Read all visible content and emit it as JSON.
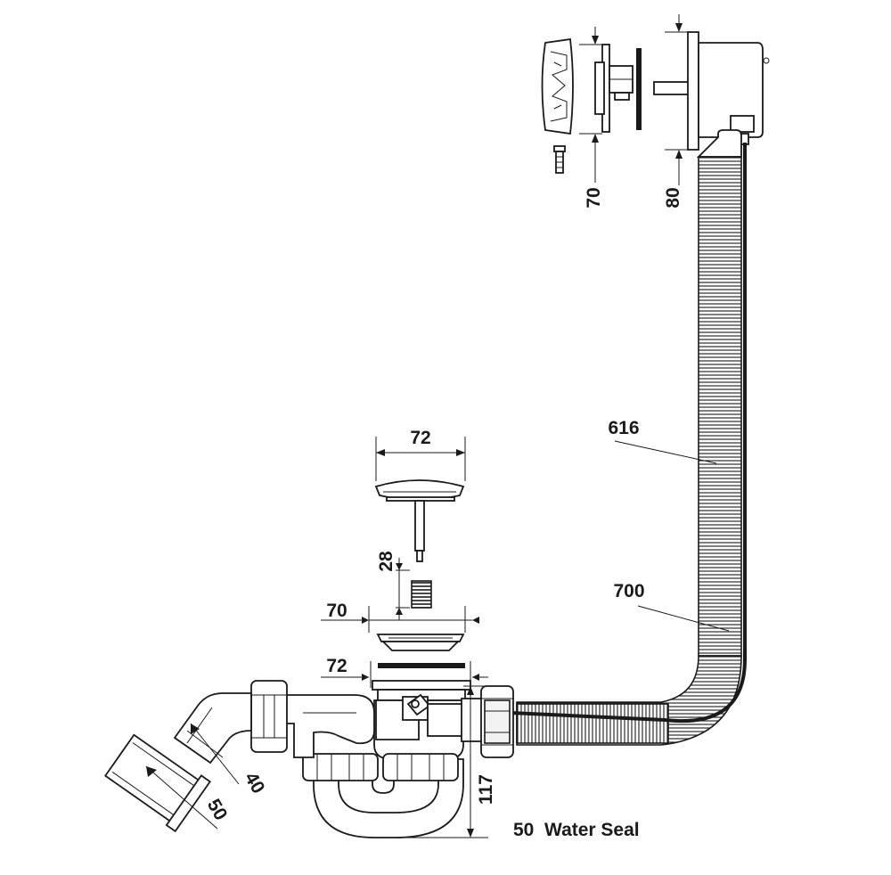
{
  "labels": {
    "overflow_width": "70",
    "overflow_height": "80",
    "cable_length_upper": "616",
    "cable_length_lower": "700",
    "plug_diameter": "72",
    "stem_length": "28",
    "strainer_diameter": "70",
    "flange_diameter": "72",
    "outlet_inner": "40",
    "outlet_outer": "50",
    "trap_depth": "117",
    "water_seal": "50  Water Seal"
  },
  "colors": {
    "stroke": "#1a1a1a",
    "fill_light": "#f2f2f2"
  }
}
